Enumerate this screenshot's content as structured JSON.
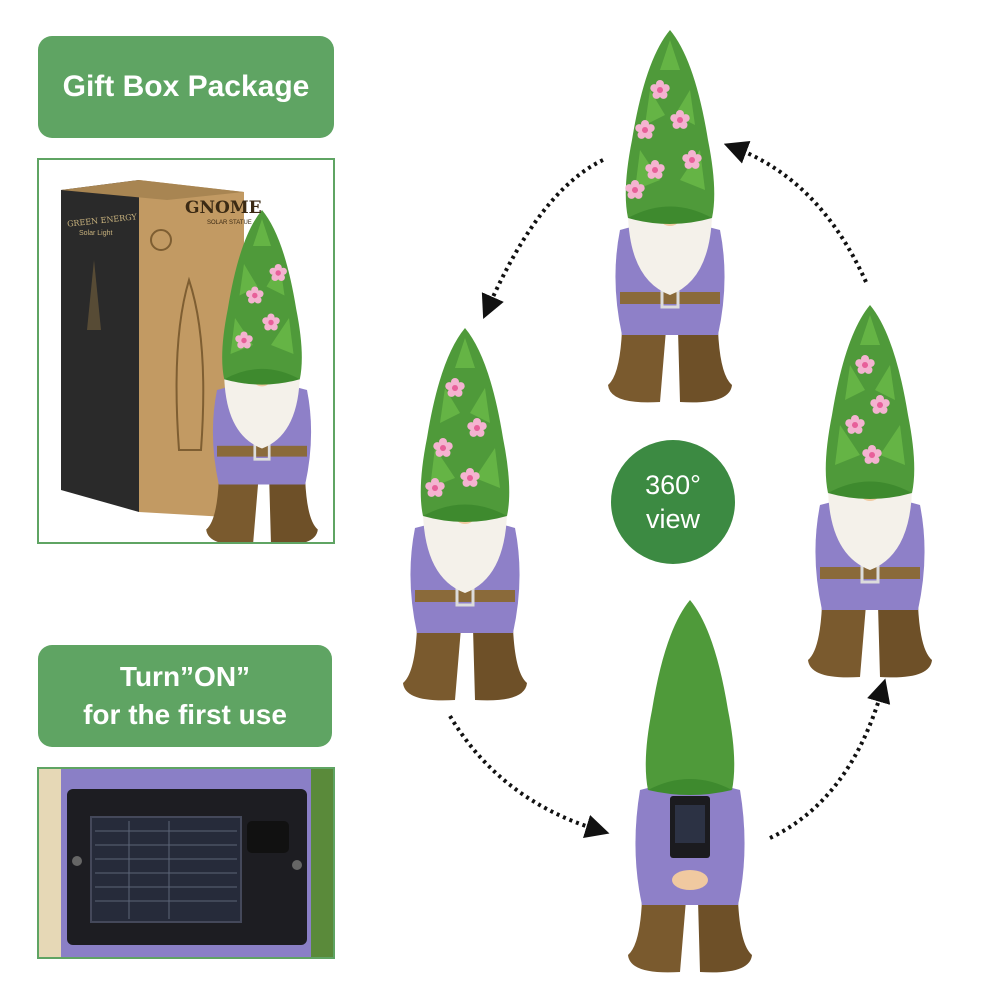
{
  "labels": {
    "gift_box": "Gift Box Package",
    "turn_on_line1": "Turn”ON”",
    "turn_on_line2": "for the first use"
  },
  "badge": {
    "line1": "360°",
    "line2": "view"
  },
  "box_print": {
    "brand": "GREEN ENERGY",
    "brand_sub": "Solar Light",
    "product": "GNOME",
    "product_sub": "SOLAR STATUE"
  },
  "colors": {
    "accent_green": "#5fa463",
    "badge_green": "#3c8a42",
    "hat_green": "#4f9a3a",
    "coat_purple": "#8e80c8",
    "boot_brown": "#7a5a2e",
    "flower_pink": "#f2a6c8"
  }
}
